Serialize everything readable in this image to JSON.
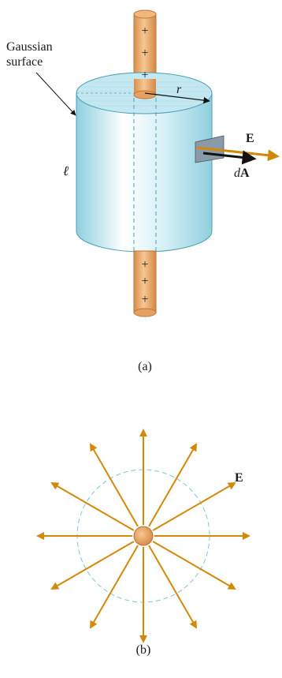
{
  "figure_a": {
    "gaussian_label_line1": "Gaussian",
    "gaussian_label_line2": "surface",
    "radius_label": "r",
    "length_label": "ℓ",
    "field_label": "E",
    "area_label_prefix": "d",
    "area_label_vector": "A",
    "plus_sign": "+",
    "caption": "(a)"
  },
  "figure_b": {
    "field_label": "E",
    "caption": "(b)"
  },
  "colors": {
    "rod": "#e8a060",
    "rod_edge": "#b8743a",
    "arrow": "#d4880a",
    "cylinder": "#a9dde8",
    "cylinder_top": "#c9ecf3",
    "cylinder_edge": "#4c9fb3",
    "dashed_circle": "#7cc6d6"
  }
}
